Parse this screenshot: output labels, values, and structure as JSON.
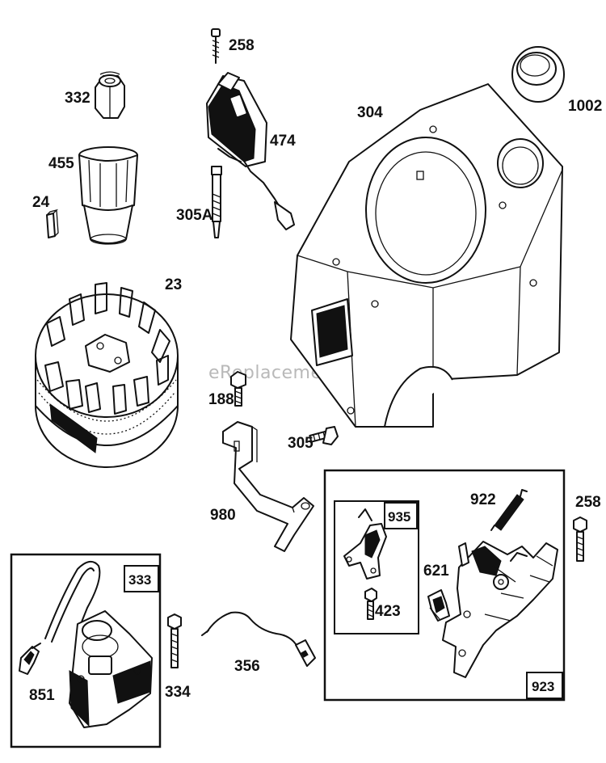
{
  "watermark": "eReplacementParts.com",
  "callouts": {
    "p258_top": "258",
    "p332": "332",
    "p304": "304",
    "p1002": "1002",
    "p474": "474",
    "p455": "455",
    "p24": "24",
    "p305A": "305A",
    "p23": "23",
    "p188": "188",
    "p305": "305",
    "p980": "980",
    "p922": "922",
    "p258_right": "258",
    "p935": "935",
    "p621": "621",
    "p423": "423",
    "p923": "923",
    "p333": "333",
    "p334": "334",
    "p356": "356",
    "p851": "851"
  }
}
